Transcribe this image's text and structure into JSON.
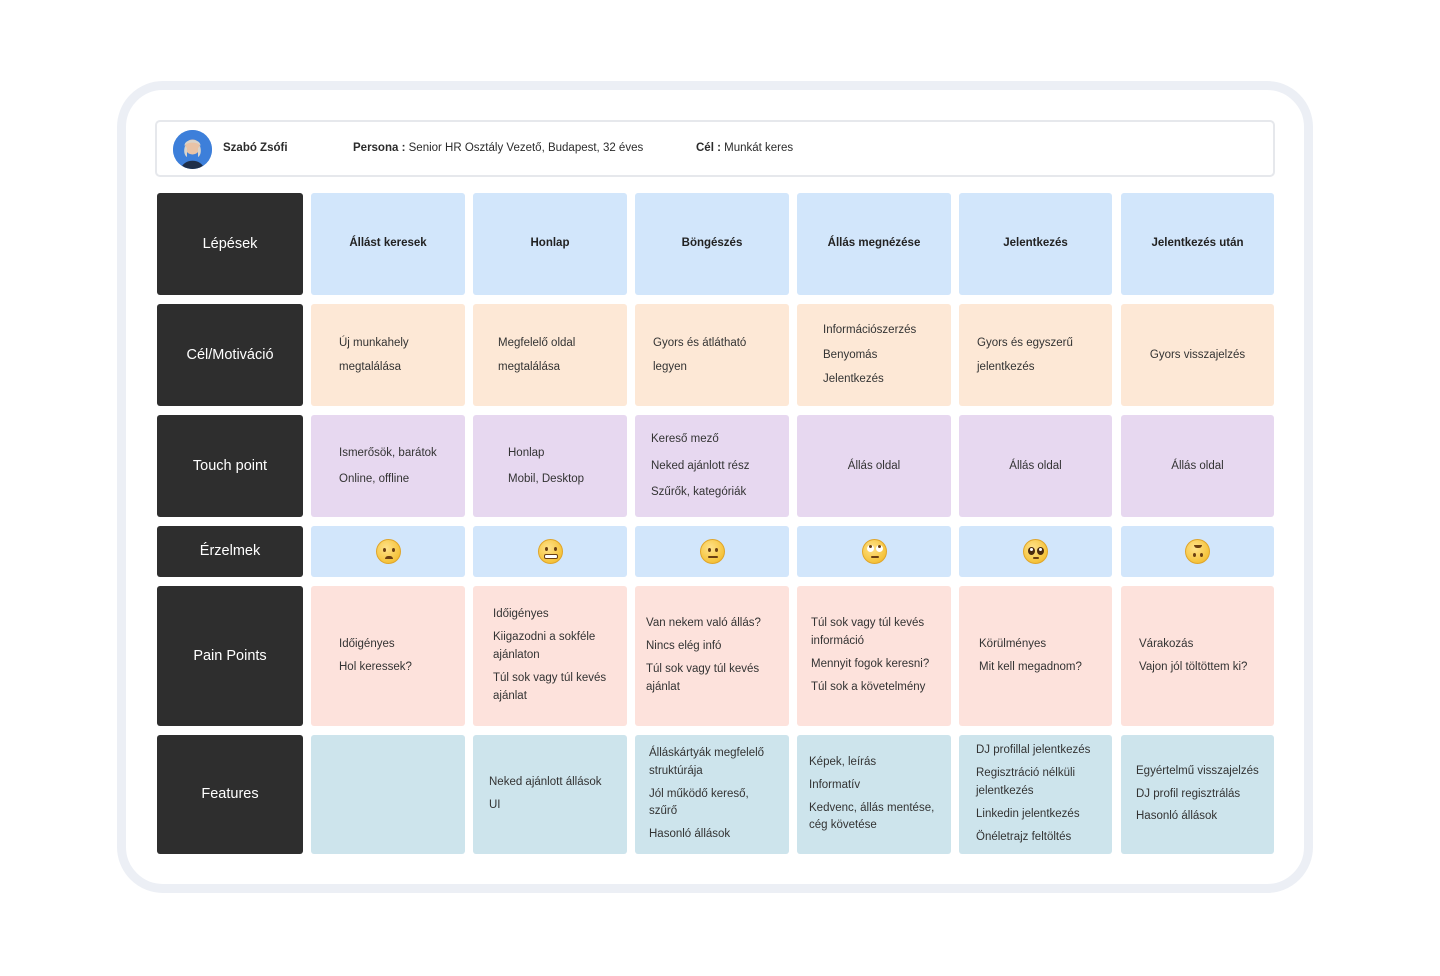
{
  "persona": {
    "name": "Szabó Zsófi",
    "persona_label": "Persona :",
    "persona_text": "Senior HR Osztály Vezető, Budapest, 32 éves",
    "goal_label": "Cél :",
    "goal_text": "Munkát keres"
  },
  "row_headers": [
    "Lépések",
    "Cél/Motiváció",
    "Touch point",
    "Érzelmek",
    "Pain Points",
    "Features"
  ],
  "steps": [
    "Állást keresek",
    "Honlap",
    "Böngészés",
    "Állás megnézése",
    "Jelentkezés",
    "Jelentkezés után"
  ],
  "goals": [
    [
      "Új munkahely",
      "megtalálása"
    ],
    [
      "Megfelelő oldal",
      "megtalálása"
    ],
    [
      "Gyors és átlátható",
      "legyen"
    ],
    [
      "Információszerzés",
      "Benyomás",
      "Jelentkezés"
    ],
    [
      "Gyors és egyszerű",
      "jelentkezés"
    ],
    [
      "Gyors visszajelzés"
    ]
  ],
  "touch_points": [
    [
      "Ismerősök, barátok",
      "Online, offline"
    ],
    [
      "Honlap",
      "Mobil, Desktop"
    ],
    [
      "Kereső mező",
      "Neked ajánlott rész",
      "Szűrők, kategóriák"
    ],
    [
      "Állás oldal"
    ],
    [
      "Állás oldal"
    ],
    [
      "Állás oldal"
    ]
  ],
  "emotions": [
    "worried-face-icon",
    "grimacing-face-icon",
    "neutral-face-icon",
    "eye-roll-face-icon",
    "pleading-face-icon",
    "upside-down-face-icon"
  ],
  "pain_points": [
    [
      "Időigényes",
      "Hol keressek?"
    ],
    [
      "Időigényes",
      "Kiigazodni a sokféle ajánlaton",
      "Túl sok vagy túl kevés ajánlat"
    ],
    [
      "Van nekem való állás?",
      "Nincs elég infó",
      "Túl sok vagy túl kevés ajánlat"
    ],
    [
      "Túl sok vagy túl kevés információ",
      "Mennyit fogok keresni?",
      "Túl sok a követelmény"
    ],
    [
      "Körülményes",
      "Mit kell  megadnom?"
    ],
    [
      "Várakozás",
      "Vajon jól töltöttem ki?"
    ]
  ],
  "features": [
    [],
    [
      "Neked ajánlott állások",
      "UI"
    ],
    [
      "Álláskártyák megfelelő struktúrája",
      "Jól működő kereső, szűrő",
      "Hasonló állások"
    ],
    [
      "Képek, leírás",
      "Informatív",
      "Kedvenc, állás mentése, cég követése"
    ],
    [
      "DJ profillal jelentkezés",
      "Regisztráció nélküli jelentkezés",
      "Linkedin jelentkezés",
      "Önéletrajz feltöltés"
    ],
    [
      "Egyértelmű visszajelzés",
      "DJ profil regisztrálás",
      "Hasonló állások"
    ]
  ]
}
